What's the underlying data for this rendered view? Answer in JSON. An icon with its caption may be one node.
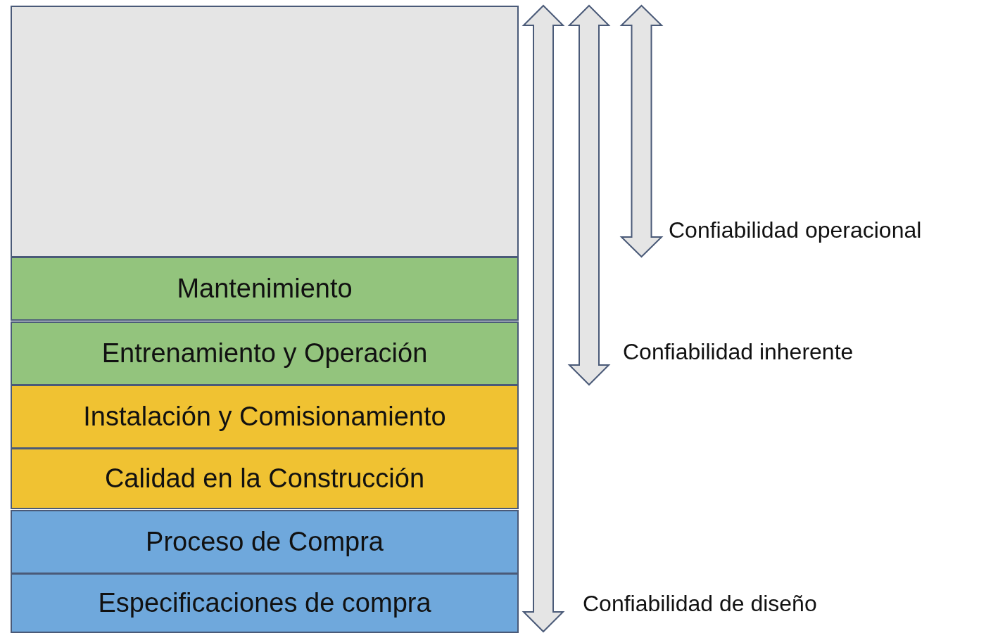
{
  "diagram": {
    "nodes": [
      {
        "text": [],
        "shape": "box"
      },
      {
        "text": [
          "Mantenimiento"
        ]
      },
      {
        "text": [
          "Entrenamiento y Operación"
        ]
      },
      {
        "text": [
          "Instalación y Comisionamiento"
        ]
      },
      {
        "text": [
          "Calidad en la Construcción"
        ]
      },
      {
        "text": [
          "Proceso de Compra"
        ]
      },
      {
        "text": [
          "Especificaciones de compra"
        ]
      }
    ],
    "labels": [
      "Confiabilidad operacional",
      "Confiabilidad inherente",
      "Confiabilidad de diseño"
    ]
  }
}
